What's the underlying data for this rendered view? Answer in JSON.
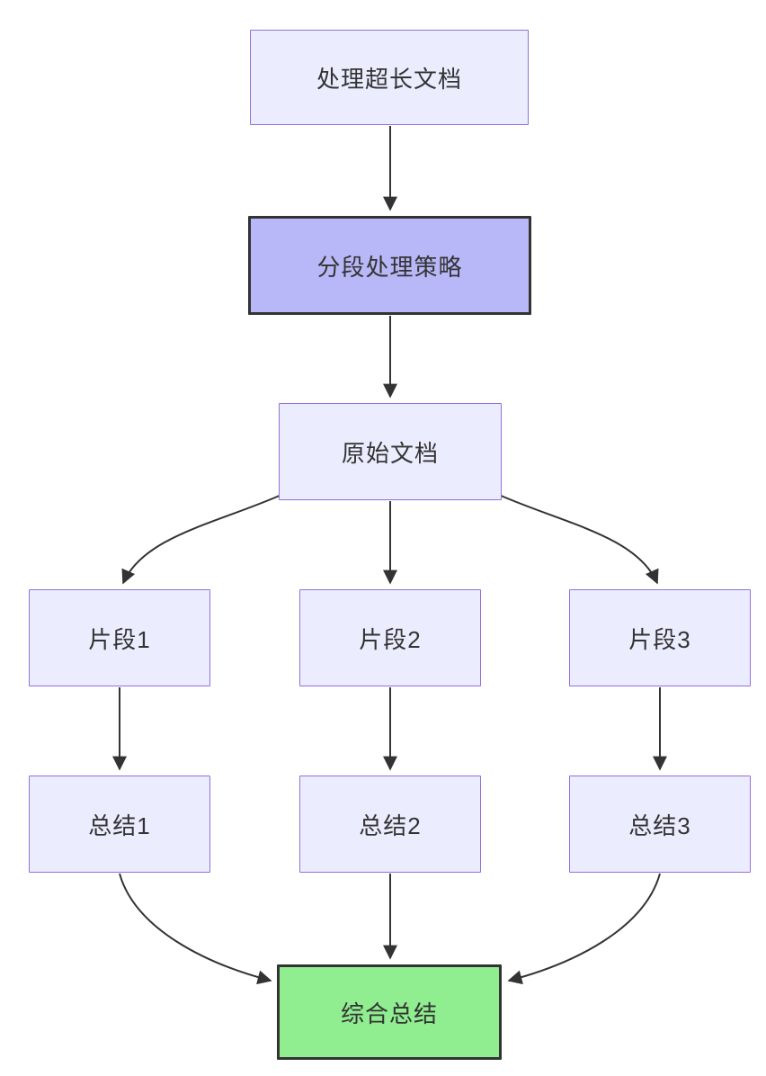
{
  "diagram": {
    "type": "flowchart",
    "direction": "top-down",
    "nodes": [
      {
        "id": "doc-task",
        "label": "处理超长文档",
        "fill": "#ECECFF",
        "border": "#9370DB",
        "style": "default"
      },
      {
        "id": "strategy",
        "label": "分段处理策略",
        "fill": "#B8B8F8",
        "border": "#333333",
        "style": "emphasis"
      },
      {
        "id": "original-doc",
        "label": "原始文档",
        "fill": "#ECECFF",
        "border": "#9370DB",
        "style": "default"
      },
      {
        "id": "segment-1",
        "label": "片段1",
        "fill": "#ECECFF",
        "border": "#9370DB",
        "style": "default"
      },
      {
        "id": "segment-2",
        "label": "片段2",
        "fill": "#ECECFF",
        "border": "#9370DB",
        "style": "default"
      },
      {
        "id": "segment-3",
        "label": "片段3",
        "fill": "#ECECFF",
        "border": "#9370DB",
        "style": "default"
      },
      {
        "id": "summary-1",
        "label": "总结1",
        "fill": "#ECECFF",
        "border": "#9370DB",
        "style": "default"
      },
      {
        "id": "summary-2",
        "label": "总结2",
        "fill": "#ECECFF",
        "border": "#9370DB",
        "style": "default"
      },
      {
        "id": "summary-3",
        "label": "总结3",
        "fill": "#ECECFF",
        "border": "#9370DB",
        "style": "default"
      },
      {
        "id": "final-summary",
        "label": "综合总结",
        "fill": "#90EE90",
        "border": "#333333",
        "style": "final"
      }
    ],
    "edges": [
      {
        "from": "处理超长文档",
        "to": "分段处理策略"
      },
      {
        "from": "分段处理策略",
        "to": "原始文档"
      },
      {
        "from": "原始文档",
        "to": "片段1"
      },
      {
        "from": "原始文档",
        "to": "片段2"
      },
      {
        "from": "原始文档",
        "to": "片段3"
      },
      {
        "from": "片段1",
        "to": "总结1"
      },
      {
        "from": "片段2",
        "to": "总结2"
      },
      {
        "from": "片段3",
        "to": "总结3"
      },
      {
        "from": "总结1",
        "to": "综合总结"
      },
      {
        "from": "总结2",
        "to": "综合总结"
      },
      {
        "from": "总结3",
        "to": "综合总结"
      }
    ],
    "colors": {
      "background": "#FFFFFF",
      "edge_stroke": "#333333",
      "node_text": "#333333",
      "default_fill": "#ECECFF",
      "default_border": "#9370DB",
      "emphasis_fill": "#B8B8F8",
      "emphasis_border": "#333333",
      "final_fill": "#90EE90",
      "final_border": "#333333"
    }
  }
}
